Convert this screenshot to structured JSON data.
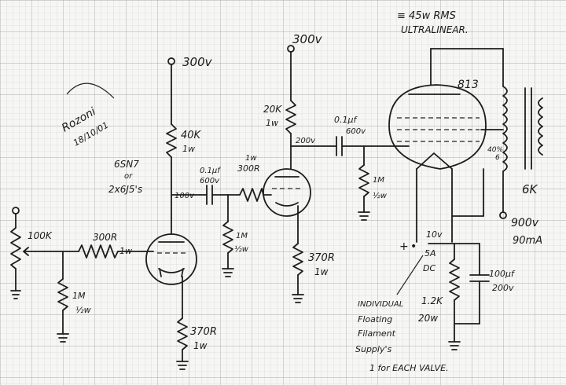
{
  "colors": {
    "ink": "#1d1d1d",
    "paper": "#f6f6f4",
    "grid_minor": "#c9c9c9",
    "grid_major": "#a9a9a9"
  },
  "notes": {
    "power": "≡ 45w RMS",
    "mode": "ULTRALINEAR.",
    "signature_line1": "Rozoni",
    "signature_line2": "18/10/01"
  },
  "tubes": {
    "driver_line1": "6SN7",
    "driver_line2": "or",
    "driver_line3": "2x6J5's",
    "output": "813"
  },
  "supplies": {
    "b1": "300v",
    "b2": "300v",
    "hv1": "900v",
    "hv2": "90mA"
  },
  "components": {
    "pot": "100K",
    "r_grid_stop_1": "300R",
    "r_grid_stop_1_w": "1w",
    "r_grid_leak_1a": "1M",
    "r_grid_leak_1b": "½w",
    "r_plate_1a": "40K",
    "r_plate_1b": "1w",
    "c_couple_1a": "0.1µf",
    "c_couple_1b": "600v",
    "v_node_1": "100v",
    "r_grid_stop_2_w": "1w",
    "r_grid_stop_2": "300R",
    "r_grid_leak_2a": "1M",
    "r_grid_leak_2b": "½w",
    "r_cathode_1a": "370R",
    "r_cathode_1b": "1w",
    "r_plate_2a": "20K",
    "r_plate_2b": "1w",
    "v_node_2": "200v",
    "c_couple_2a": "0.1µf",
    "c_couple_2b": "600v",
    "r_grid_leak_3a": "1M",
    "r_grid_leak_3b": "½w",
    "r_cathode_2a": "370R",
    "r_cathode_2b": "1w",
    "tap_a": "40%",
    "tap_b": "6",
    "transformer": "6K",
    "fil_v": "10v",
    "fil_a": "5A",
    "fil_dc": "DC",
    "r_bias_a": "1.2K",
    "r_bias_b": "20w",
    "c_bias_a": "100µf",
    "c_bias_b": "200v",
    "supply_note_1": "INDIVIDUAL",
    "supply_note_2": "Floating",
    "supply_note_3": "Filament",
    "supply_note_4": "Supply's",
    "supply_note_5": "1 for EACH VALVE."
  }
}
